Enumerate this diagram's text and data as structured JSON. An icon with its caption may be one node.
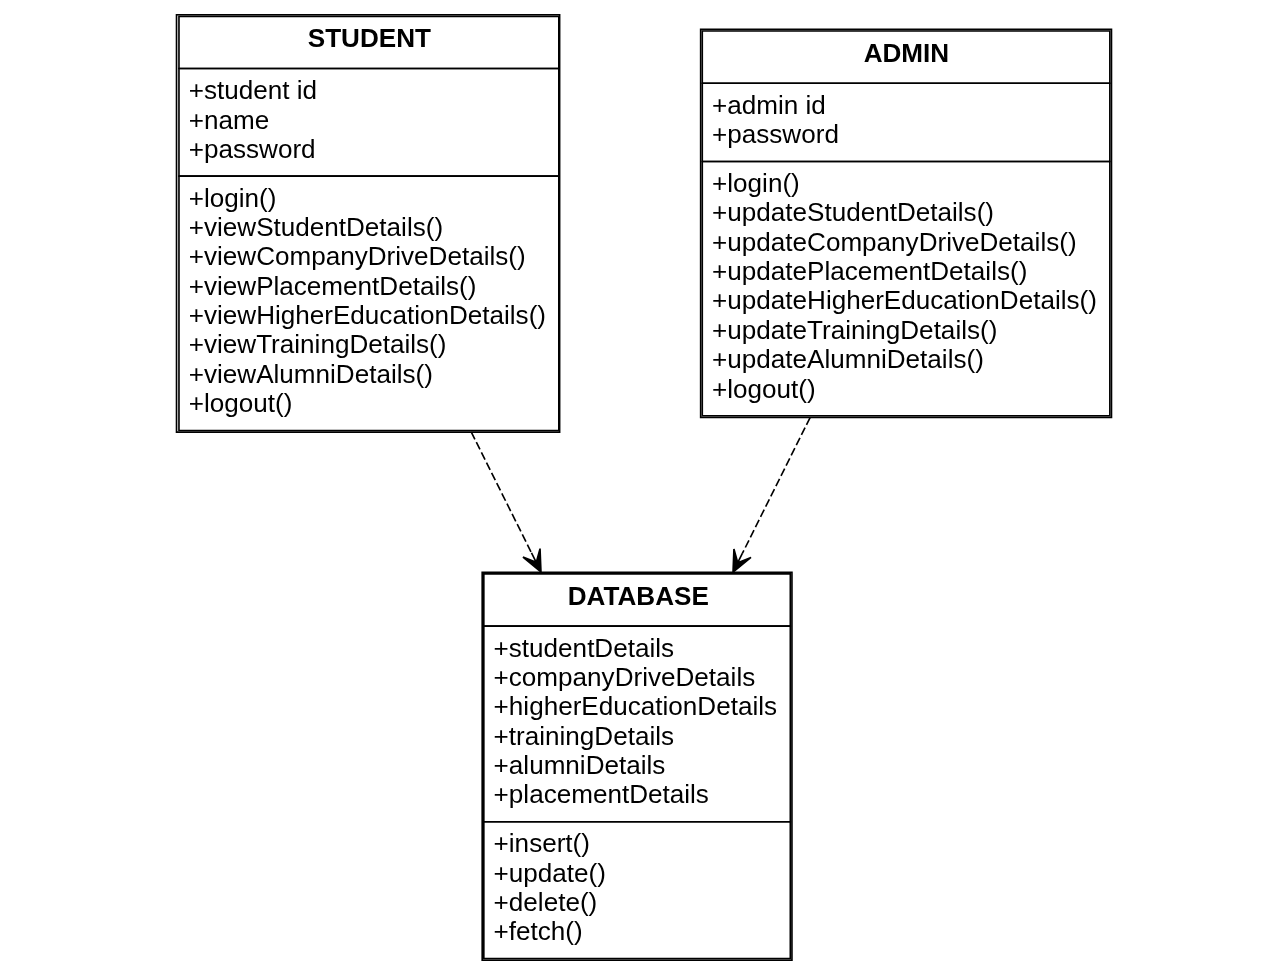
{
  "diagram": {
    "nodes": [
      {
        "text": [
          "STUDENT",
          "+student id +name +password",
          "+login() +viewStudentDetails() +viewCompanyDriveDetails() +viewPlacementDetails() +viewHigherEducationDetails() +viewTrainingDetails() +viewAlumniDetails() +logout()"
        ]
      },
      {
        "text": [
          "ADMIN",
          "+admin id +password",
          "+login() +updateStudentDetails() +updateCompanyDriveDetails() +updatePlacementDetails() +updateHigherEducationDetails() +updateTrainingDetails() +updateAlumniDetails() +logout()"
        ]
      },
      {
        "text": [
          "DATABASE",
          "+studentDetails +companyDriveDetails +higherEducationDetails +trainingDetails +alumniDetails +placementDetails",
          "+insert() +update() +delete() +fetch()"
        ]
      }
    ],
    "edges": [
      {
        "from": 0,
        "to": 2,
        "arrow": "to",
        "style": "dashed"
      },
      {
        "from": 1,
        "to": 2,
        "arrow": "to",
        "style": "dashed"
      }
    ]
  }
}
